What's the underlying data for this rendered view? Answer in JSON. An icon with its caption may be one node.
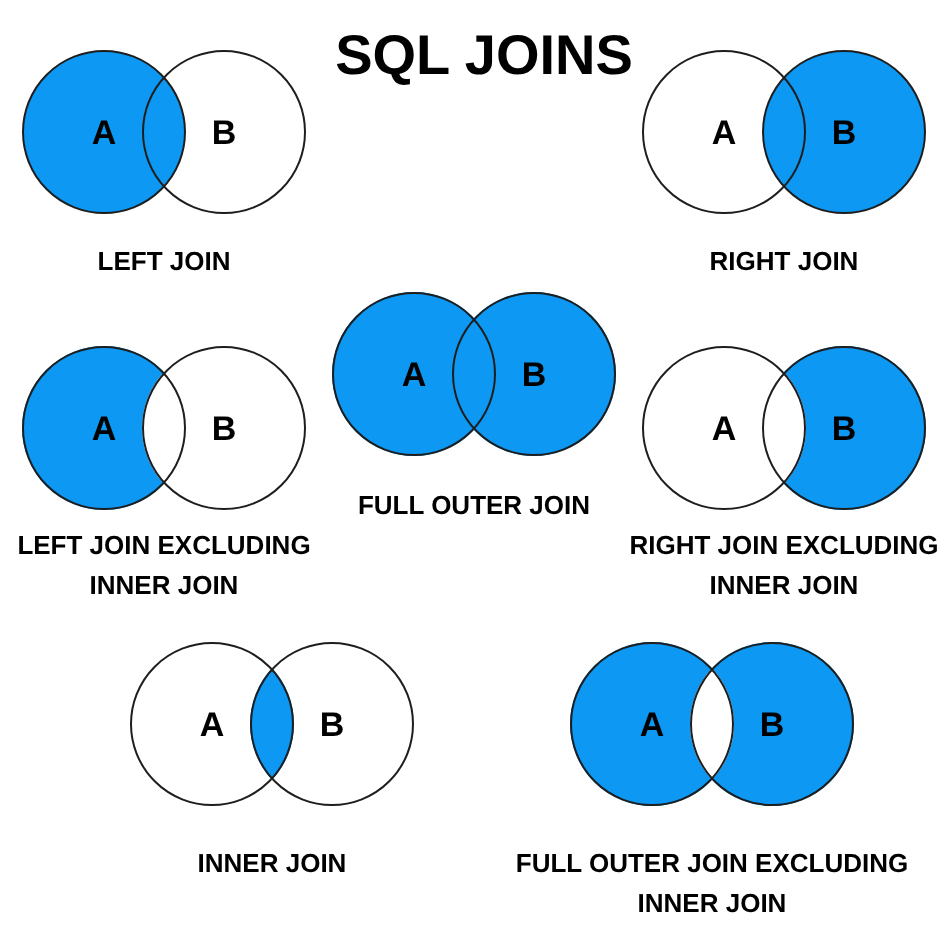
{
  "diagram": {
    "title": "SQL JOINS",
    "nodes": [
      {
        "text": [
          "A"
        ]
      },
      {
        "text": [
          "B"
        ]
      },
      {
        "text": [
          "A"
        ]
      },
      {
        "text": [
          "B"
        ]
      },
      {
        "text": [
          "A"
        ]
      },
      {
        "text": [
          "B"
        ]
      },
      {
        "text": [
          "A"
        ]
      },
      {
        "text": [
          "B"
        ]
      },
      {
        "text": [
          "A"
        ]
      },
      {
        "text": [
          "B"
        ]
      },
      {
        "text": [
          "A"
        ]
      },
      {
        "text": [
          "B"
        ]
      },
      {
        "text": [
          "A"
        ]
      },
      {
        "text": [
          "B"
        ]
      }
    ],
    "labels": [
      "LEFT JOIN",
      "RIGHT JOIN",
      "FULL OUTER JOIN",
      "LEFT JOIN EXCLUDING INNER JOIN",
      "RIGHT JOIN EXCLUDING INNER JOIN",
      "INNER JOIN",
      "FULL OUTER JOIN EXCLUDING INNER JOIN"
    ]
  }
}
